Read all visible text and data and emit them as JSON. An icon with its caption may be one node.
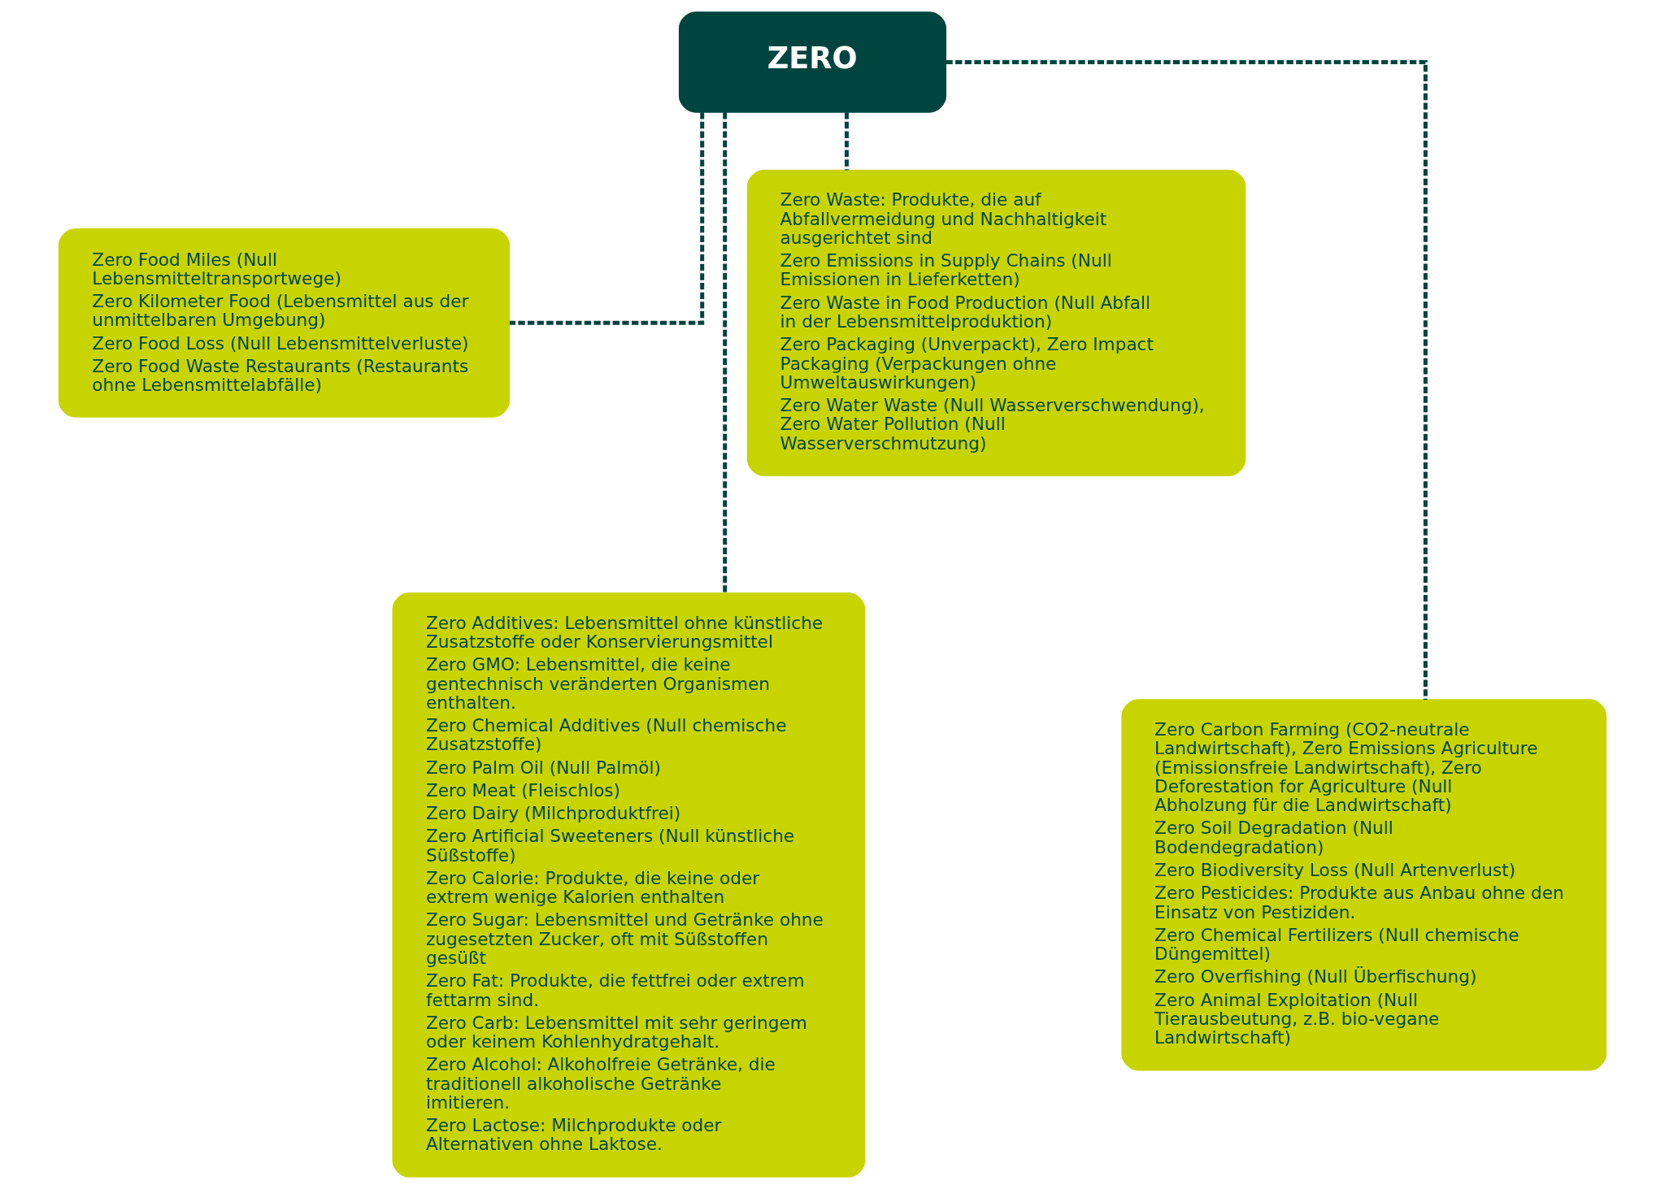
{
  "diagram": {
    "nodes": [
      {
        "text": [
          "ZERO"
        ]
      },
      {
        "text": [
          "Zero Food Miles (Null Lebensmitteltransportwege)",
          "Zero Kilometer Food (Lebensmittel aus der unmittelbaren Umgebung)",
          "Zero Food Loss (Null Lebensmittelverluste)",
          "Zero Food Waste Restaurants (Restaurants ohne Lebensmittelabfälle)"
        ]
      },
      {
        "text": [
          "Zero Waste: Produkte, die auf Abfallvermeidung und Nachhaltigkeit ausgerichtet sind",
          "Zero Emissions in Supply Chains (Null Emissionen in Lieferketten)",
          "Zero Waste in Food Production (Null Abfall in der Lebensmittelproduktion)",
          "Zero Packaging (Unverpackt), Zero Impact Packaging (Verpackungen ohne Umweltauswirkungen)",
          "Zero Water Waste (Null Wasserverschwendung), Zero Water Pollution (Null Wasserverschmutzung)"
        ]
      },
      {
        "text": [
          "Zero Additives: Lebensmittel ohne künstliche Zusatzstoffe oder Konservierungsmittel",
          "Zero GMO: Lebensmittel, die keine gentechnisch veränderten Organismen enthalten.",
          "Zero Chemical Additives (Null chemische Zusatzstoffe)",
          "Zero Palm Oil (Null Palmöl)",
          "Zero Meat (Fleischlos)",
          "Zero Dairy (Milchproduktfrei)",
          "Zero Artificial Sweeteners (Null künstliche Süßstoffe)",
          "Zero Calorie: Produkte, die keine oder extrem wenige Kalorien enthalten",
          "Zero Sugar: Lebensmittel und Getränke ohne zugesetzten Zucker, oft mit Süßstoffen gesüßt",
          "Zero Fat: Produkte, die fettfrei oder extrem fettarm sind.",
          "Zero Carb: Lebensmittel mit sehr geringem oder keinem Kohlenhydratgehalt.",
          "Zero Alcohol: Alkoholfreie Getränke, die traditionell alkoholische Getränke imitieren.",
          "Zero Lactose: Milchprodukte oder Alternativen ohne Laktose."
        ]
      },
      {
        "text": [
          "Zero Carbon Farming (CO2-neutrale Landwirtschaft), Zero Emissions Agriculture (Emissionsfreie Landwirtschaft), Zero Deforestation for Agriculture (Null Abholzung für die Landwirtschaft)",
          "Zero Soil Degradation (Null Bodendegradation)",
          "Zero Biodiversity Loss (Null Artenverlust)",
          "Zero Pesticides: Produkte aus Anbau ohne den Einsatz von Pestiziden.",
          "Zero Chemical Fertilizers (Null chemische Düngemittel)",
          "Zero Overfishing (Null Überfischung)",
          "Zero Animal Exploitation (Null Tierausbeutung, z.B. bio-vegane Landwirtschaft)"
        ]
      }
    ],
    "edges": [
      {
        "from": 0,
        "to": 1,
        "arrow": "none",
        "style": "dashed"
      },
      {
        "from": 0,
        "to": 2,
        "arrow": "none",
        "style": "dashed"
      },
      {
        "from": 0,
        "to": 3,
        "arrow": "none",
        "style": "dashed"
      },
      {
        "from": 0,
        "to": 4,
        "arrow": "none",
        "style": "dashed"
      }
    ]
  }
}
